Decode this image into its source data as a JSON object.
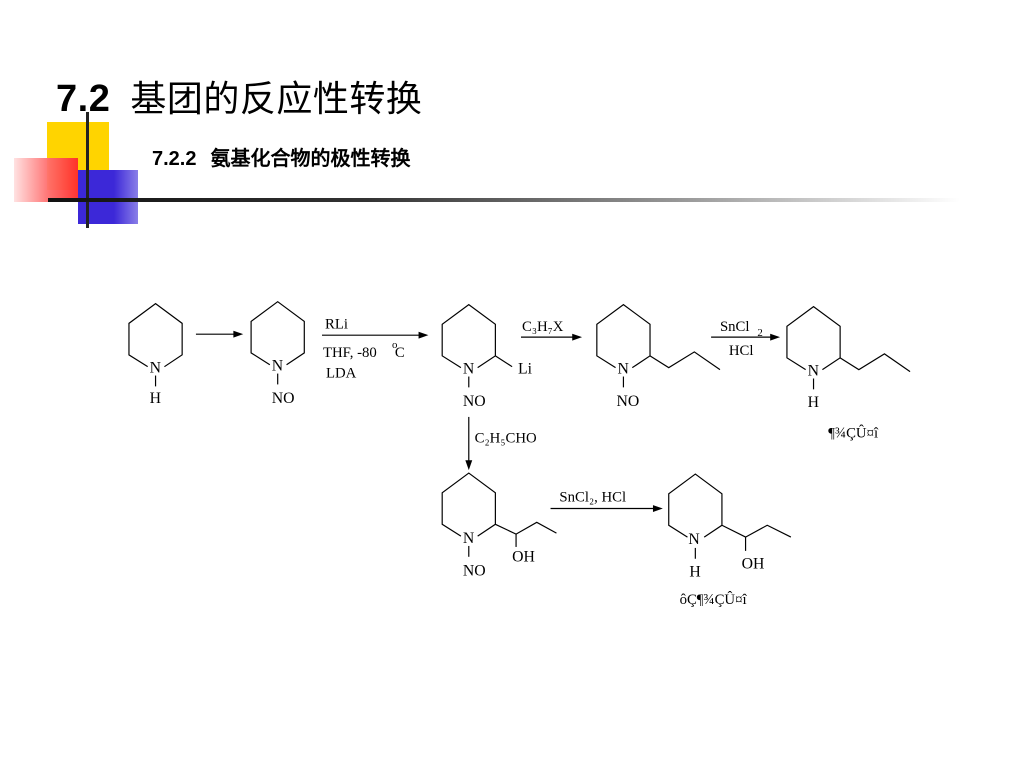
{
  "header": {
    "section_number": "7.2",
    "section_title": "基团的反应性转换",
    "subsection_number": "7.2.2",
    "subsection_title": "氨基化合物的极性转换"
  },
  "scheme": {
    "atom_n": "N",
    "atom_h": "H",
    "group_no": "NO",
    "atom_li": "Li",
    "group_oh": "OH",
    "reagent_rli": "RLi",
    "reagent_thf": "THF,  -80",
    "degree_mark": "o",
    "celsius": "C",
    "reagent_lda": "LDA",
    "reagent_propyl_halide": "C₃H₇X",
    "reagent_sncl2_top": "SnCl",
    "subscript_2": "2",
    "reagent_hcl": "HCl",
    "reagent_propanal": "C₂H₅CHO",
    "reagent_sncl2_hcl": "SnCl₂,  HCl",
    "product_label_1": "¶¾ÇÛ¤î",
    "product_label_2": "ôÇ¶¾ÇÛ¤î"
  }
}
